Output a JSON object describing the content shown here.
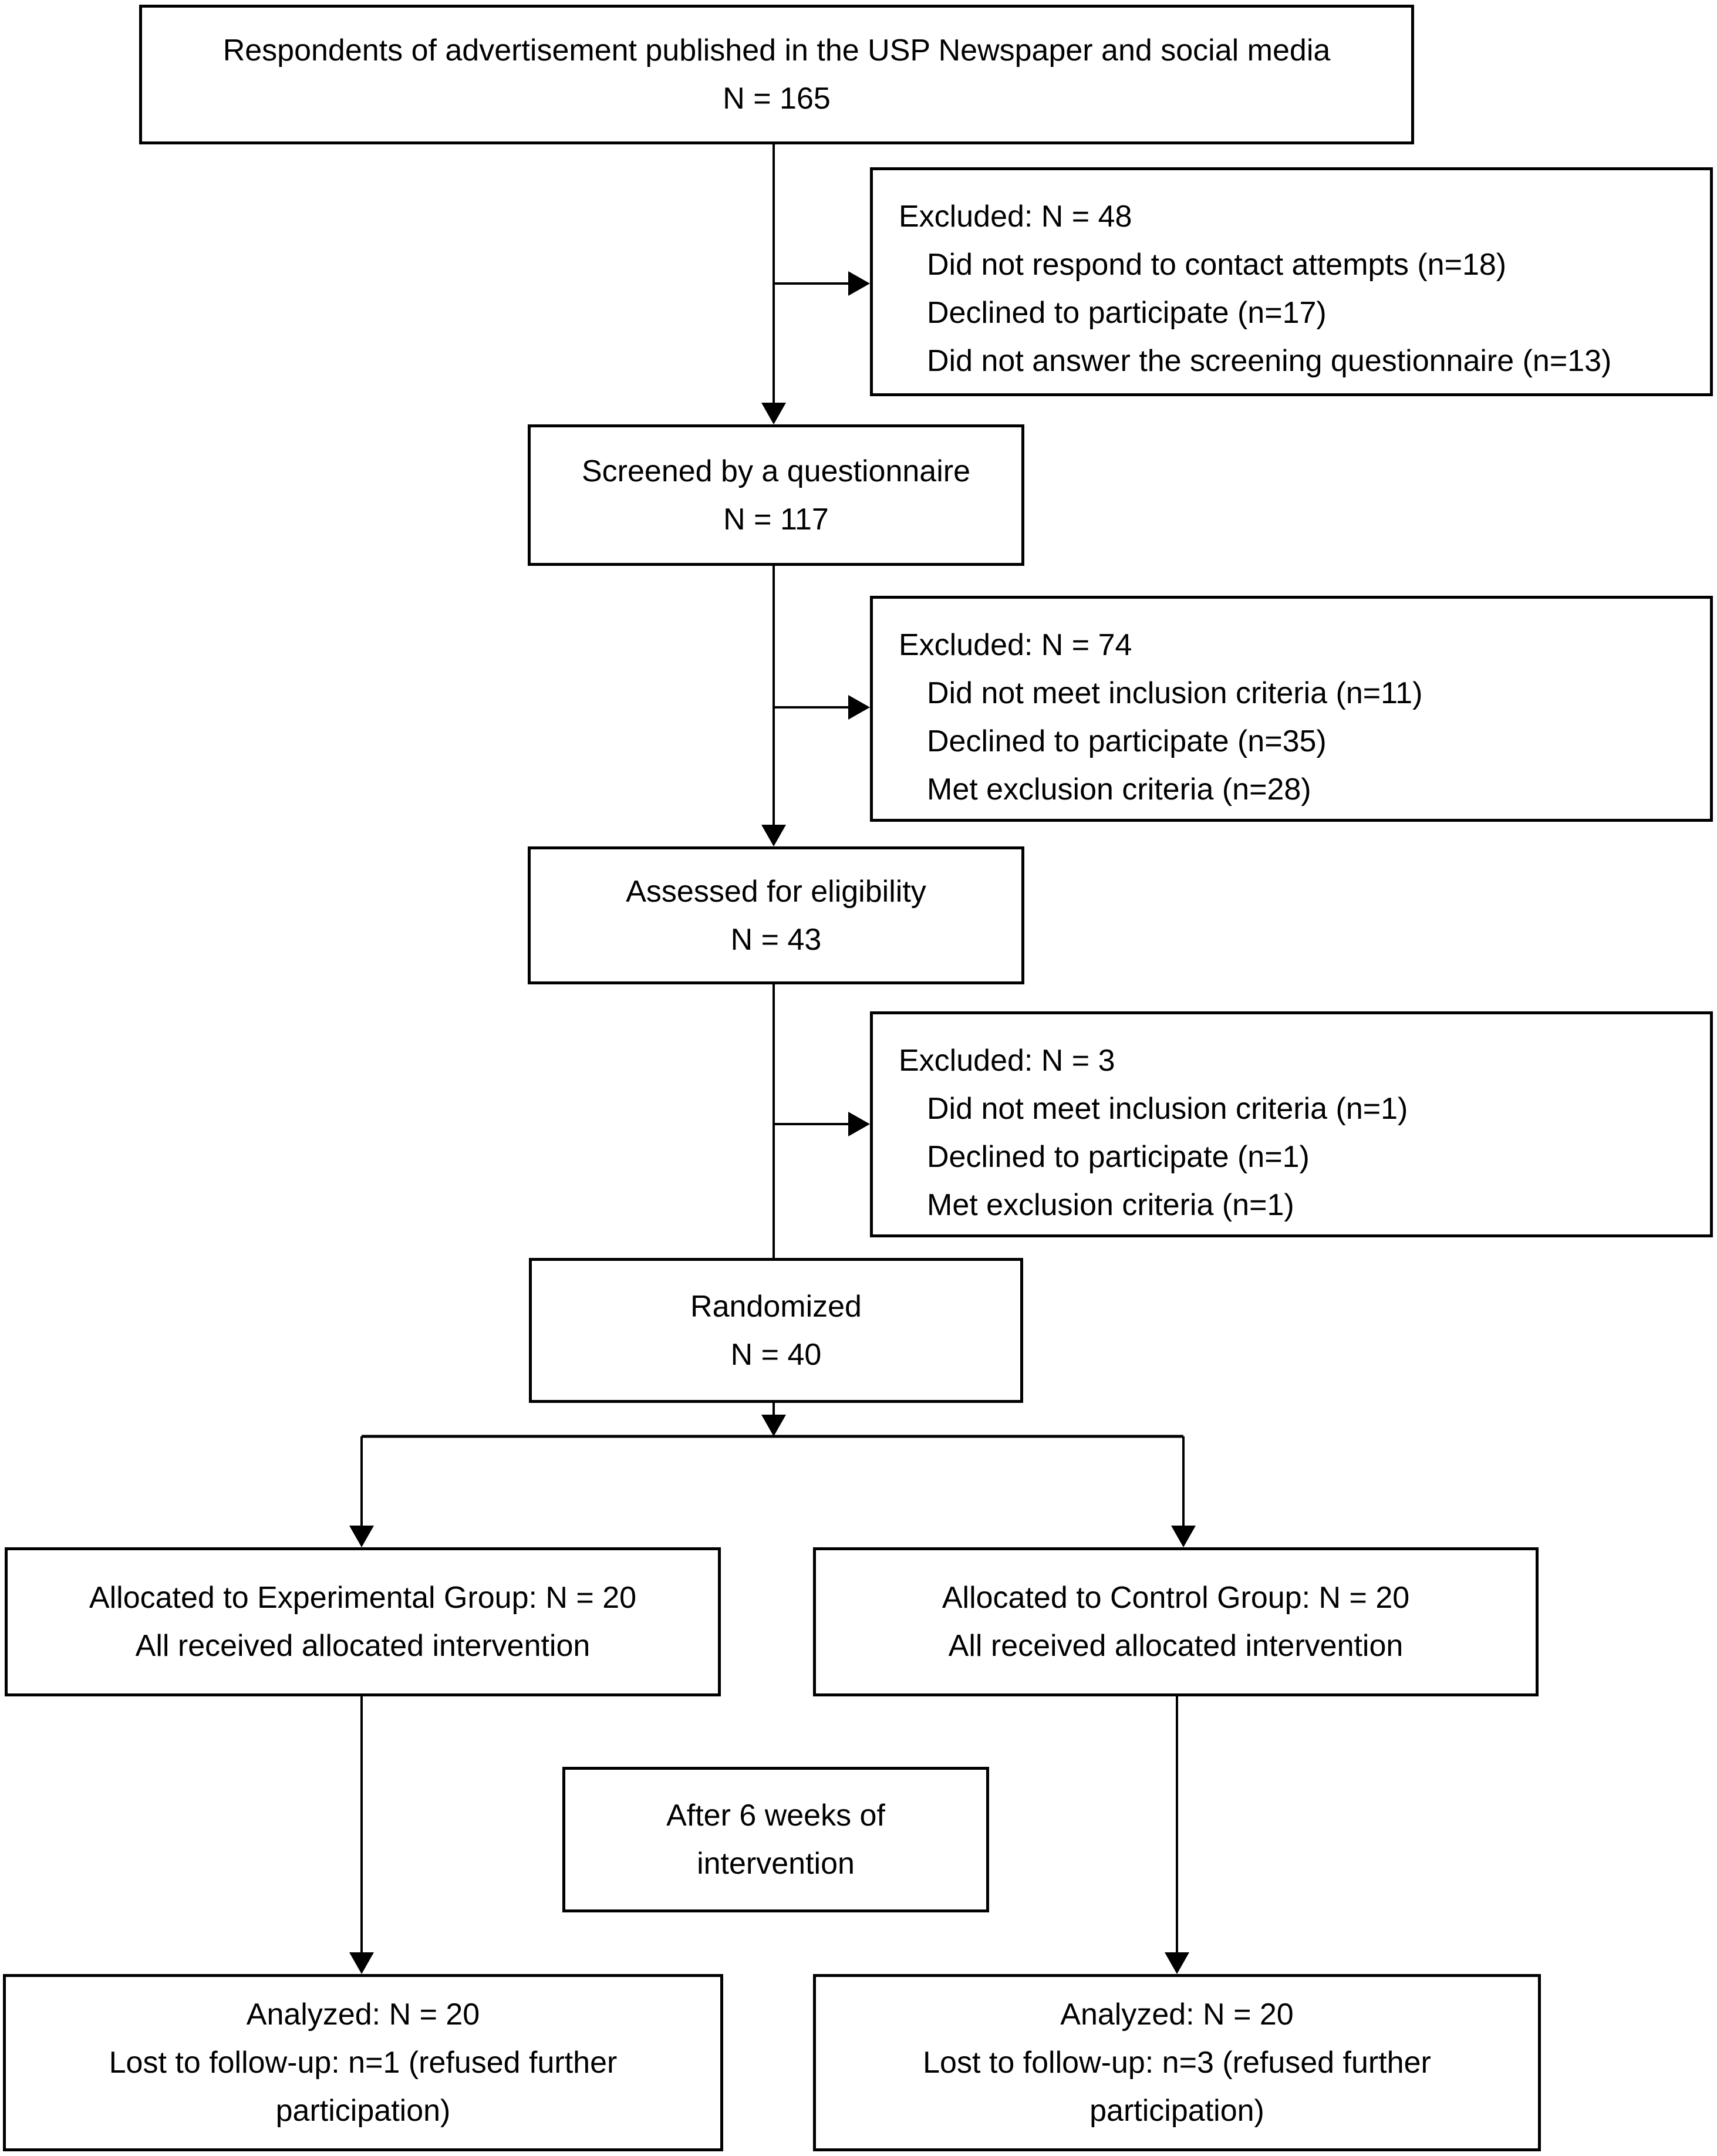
{
  "flowchart": {
    "respondents": {
      "line1": "Respondents of advertisement published in the USP Newspaper and social media",
      "line2": "N = 165"
    },
    "excluded1": {
      "title": "Excluded: N = 48",
      "item1": "Did not respond to contact attempts (n=18)",
      "item2": "Declined to participate (n=17)",
      "item3": "Did not answer the screening questionnaire (n=13)"
    },
    "screened": {
      "line1": "Screened by a questionnaire",
      "line2": "N = 117"
    },
    "excluded2": {
      "title": "Excluded: N = 74",
      "item1": "Did not meet inclusion criteria (n=11)",
      "item2": "Declined to participate (n=35)",
      "item3": "Met exclusion criteria (n=28)"
    },
    "assessed": {
      "line1": "Assessed for eligibility",
      "line2": "N = 43"
    },
    "excluded3": {
      "title": "Excluded: N = 3",
      "item1": "Did not meet inclusion criteria (n=1)",
      "item2": "Declined to participate (n=1)",
      "item3": "Met exclusion criteria (n=1)"
    },
    "randomized": {
      "line1": "Randomized",
      "line2": "N = 40"
    },
    "allocated_experimental": {
      "line1": "Allocated to Experimental Group: N = 20",
      "line2": "All received allocated intervention"
    },
    "allocated_control": {
      "line1": "Allocated to Control Group: N = 20",
      "line2": "All received allocated intervention"
    },
    "after_6_weeks": {
      "line1": "After 6 weeks of",
      "line2": "intervention"
    },
    "analyzed_experimental": {
      "line1": "Analyzed: N = 20",
      "line2": "Lost to follow-up: n=1 (refused further",
      "line3": "participation)"
    },
    "analyzed_control": {
      "line1": "Analyzed: N = 20",
      "line2": "Lost to follow-up: n=3 (refused further",
      "line3": "participation)"
    },
    "colors": {
      "box_border": "#000000",
      "text": "#000000",
      "background": "#ffffff",
      "arrow": "#000000"
    }
  }
}
